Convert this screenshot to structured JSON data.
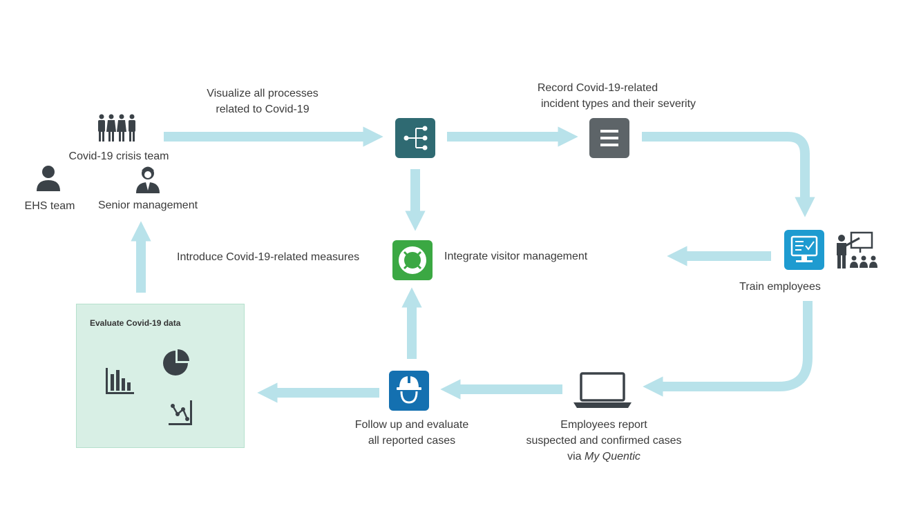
{
  "labels": {
    "visualize_line1": "Visualize all processes",
    "visualize_line2": "related to Covid-19",
    "record_line1": "Record Covid-19-related",
    "record_line2": "incident types and their severity",
    "crisis_team": "Covid-19 crisis team",
    "ehs_team": "EHS team",
    "senior_management": "Senior management",
    "introduce_measures": "Introduce Covid-19-related measures",
    "integrate_visitor": "Integrate visitor management",
    "train_employees": "Train employees",
    "evaluate_title": "Evaluate Covid-19 data",
    "follow_line1": "Follow up and evaluate",
    "follow_line2": "all reported cases",
    "report_line1": "Employees report",
    "report_line2": "suspected and confirmed cases",
    "report_line3_prefix": "via ",
    "report_line3_app": "My Quentic"
  },
  "colors": {
    "arrow": "#b8e2ea",
    "process_icon_bg": "#2f6a72",
    "incident_icon_bg": "#5d6468",
    "measures_icon_bg": "#3ba843",
    "training_icon_bg": "#1e9bd0",
    "safety_icon_bg": "#1470b0",
    "dark_icon": "#3b4248",
    "eval_box_bg": "#d8efe5"
  },
  "icons": [
    "group-people-icon",
    "person-icon",
    "manager-icon",
    "process-tree-icon",
    "list-icon",
    "lifebuoy-icon",
    "training-screen-icon",
    "presenter-icon",
    "laptop-icon",
    "hardhat-worker-icon",
    "bar-chart-icon",
    "pie-chart-icon",
    "line-chart-icon"
  ]
}
